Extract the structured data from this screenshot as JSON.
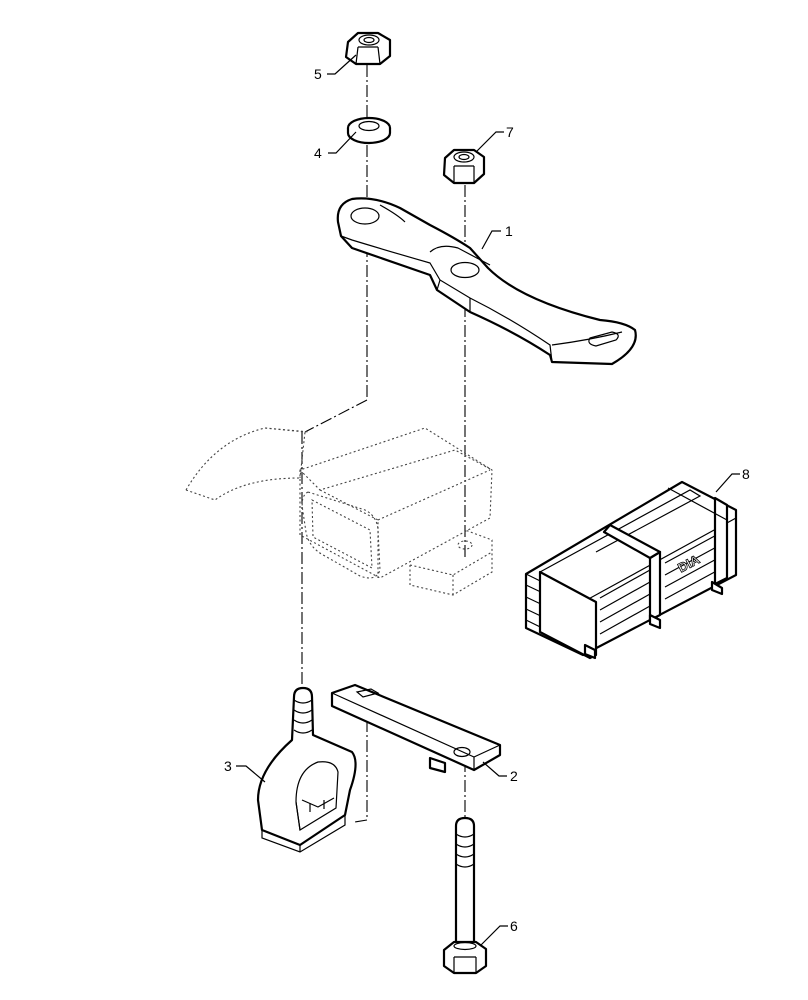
{
  "diagram": {
    "callouts": [
      {
        "id": "callout-1",
        "label": "1"
      },
      {
        "id": "callout-2",
        "label": "2"
      },
      {
        "id": "callout-3",
        "label": "3"
      },
      {
        "id": "callout-4",
        "label": "4"
      },
      {
        "id": "callout-5",
        "label": "5"
      },
      {
        "id": "callout-6",
        "label": "6"
      },
      {
        "id": "callout-7",
        "label": "7"
      },
      {
        "id": "callout-8",
        "label": "8"
      }
    ],
    "crate_marking": "DIA"
  }
}
